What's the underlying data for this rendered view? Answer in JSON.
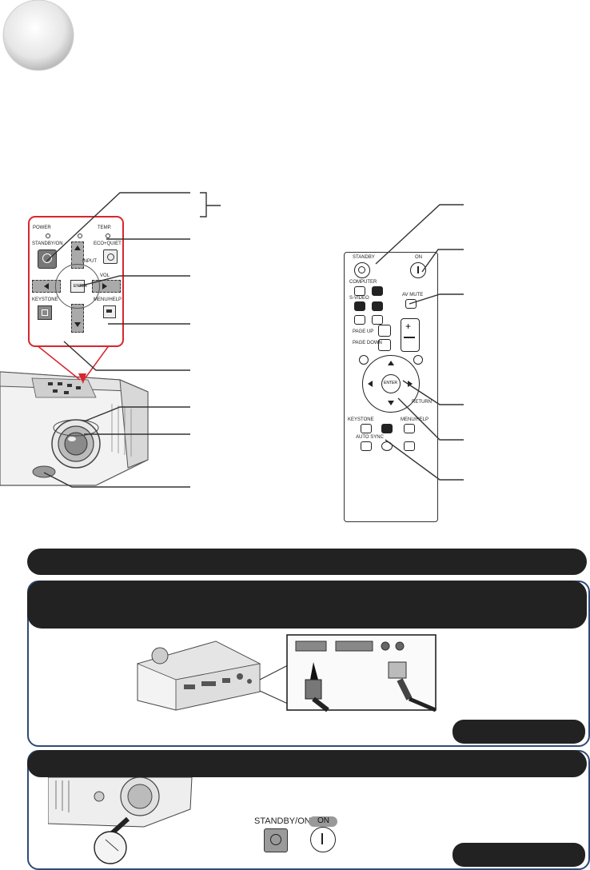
{
  "panel_labels": {
    "power": "POWER",
    "temp": "TEMP.",
    "standby_on": "STANDBY/ON",
    "eco_quiet": "ECO+QUIET",
    "input": "INPUT",
    "vol": "VOL",
    "enter": "ENTER",
    "menu_help": "MENU/HELP",
    "keystone": "KEYSTONE"
  },
  "remote_labels": {
    "standby": "STANDBY",
    "on": "ON",
    "computer": "COMPUTER",
    "video": "S-VIDEO",
    "av_mute": "AV MUTE",
    "page_up": "PAGE UP",
    "page_down": "PAGE DOWN",
    "enter": "ENTER",
    "return": "RETURN",
    "menu_help": "MENU/HELP",
    "keystone": "KEYSTONE",
    "auto_sync": "AUTO SYNC"
  },
  "power_buttons": {
    "standby_on": "STANDBY/ON",
    "on": "ON"
  },
  "colors": {
    "dark_bar": "#222222",
    "panel_border": "#2f4b78",
    "callout_red": "#d8262d"
  },
  "icons": [
    "power-icon",
    "eco-icon",
    "arrow-up-icon",
    "arrow-down-icon",
    "arrow-left-icon",
    "arrow-right-icon",
    "enter-icon",
    "menu-icon",
    "keystone-icon",
    "power-on-icon"
  ]
}
